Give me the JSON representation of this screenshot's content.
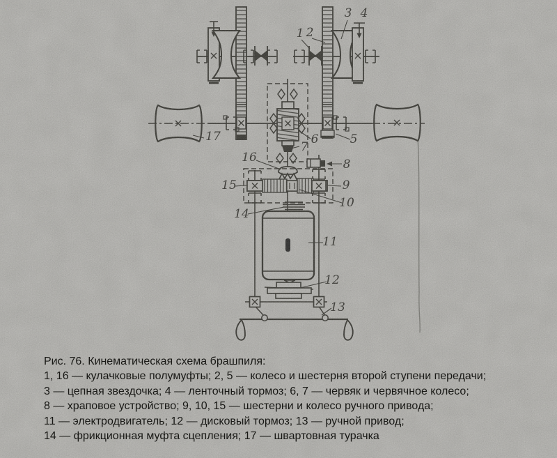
{
  "figure_caption": {
    "title": "Рис. 76. Кинематическая схема брашпиля:",
    "legend": [
      "1, 16 — кулачковые полумуфты; 2, 5 — колесо и шестерня второй ступени передачи;",
      "3 — цепная звездочка; 4 — ленточный тормоз; 6, 7 — червяк и червячное колесо;",
      "8 — храповое устройство; 9, 10, 15 — шестерни и колесо ручного привода;",
      "11 — электродвигатель; 12 — дисковый тормоз; 13 — ручной привод;",
      "14 — фрикционная муфта сцепления; 17 — швартовная турачка"
    ]
  },
  "diagram": {
    "labels": {
      "n1": "1",
      "n2": "2",
      "n3": "3",
      "n4": "4",
      "n5": "5",
      "n6": "6",
      "n7": "7",
      "n8": "8",
      "n9": "9",
      "n10": "10",
      "n11": "11",
      "n12": "12",
      "n13": "13",
      "n14": "14",
      "n15": "15",
      "n16": "16",
      "n17": "17"
    }
  },
  "colors": {
    "paper": "#c8c7c3",
    "ink": "#26251f"
  }
}
